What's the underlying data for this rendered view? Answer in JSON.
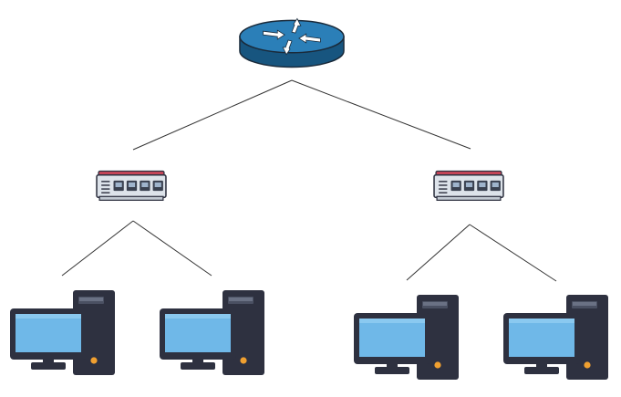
{
  "diagram": {
    "type": "network-topology",
    "nodes": [
      {
        "id": "router",
        "kind": "router",
        "icon": "router-icon"
      },
      {
        "id": "switch-left",
        "kind": "switch",
        "icon": "network-switch-icon"
      },
      {
        "id": "switch-right",
        "kind": "switch",
        "icon": "network-switch-icon"
      },
      {
        "id": "pc-1",
        "kind": "computer",
        "icon": "desktop-computer-icon"
      },
      {
        "id": "pc-2",
        "kind": "computer",
        "icon": "desktop-computer-icon"
      },
      {
        "id": "pc-3",
        "kind": "computer",
        "icon": "desktop-computer-icon"
      },
      {
        "id": "pc-4",
        "kind": "computer",
        "icon": "desktop-computer-icon"
      }
    ],
    "edges": [
      {
        "from": "router",
        "to": "switch-left"
      },
      {
        "from": "router",
        "to": "switch-right"
      },
      {
        "from": "switch-left",
        "to": "pc-1"
      },
      {
        "from": "switch-left",
        "to": "pc-2"
      },
      {
        "from": "switch-right",
        "to": "pc-3"
      },
      {
        "from": "switch-right",
        "to": "pc-4"
      }
    ],
    "colors": {
      "router_body": "#1a5c8a",
      "router_top": "#2b7fb8",
      "router_arrows": "#ffffff",
      "switch_body": "#dde3ea",
      "switch_top_bar": "#d2475a",
      "switch_ports": "#3a4150",
      "monitor_screen": "#6fb8e8",
      "monitor_frame": "#2e3140",
      "tower": "#2e3140",
      "power_led": "#f0a030",
      "connector_line": "#333333"
    }
  }
}
